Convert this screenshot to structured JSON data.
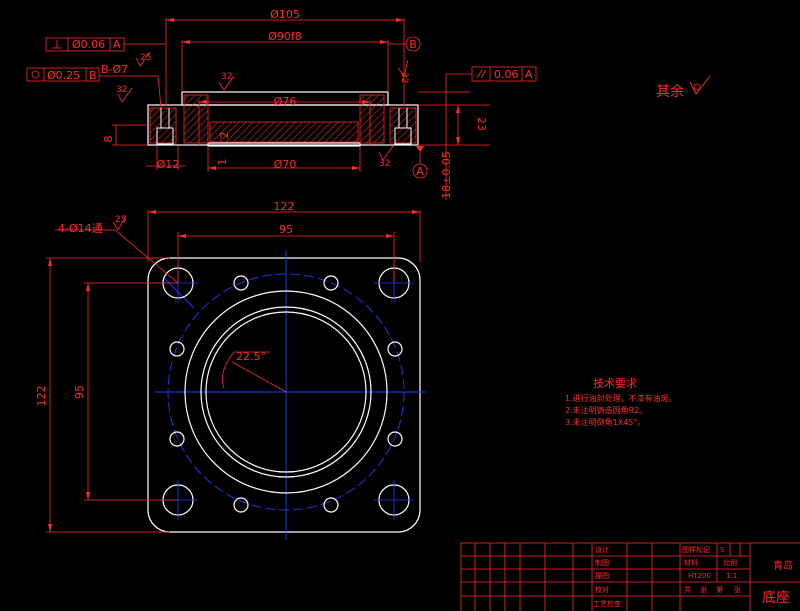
{
  "colors": {
    "background": "#000000",
    "outline": "#ffffff",
    "dimension": "#ff2a2a",
    "centerline": "#1e3cff"
  },
  "section_view": {
    "dims": {
      "d105": "Ø105",
      "d90f8": "Ø90f8",
      "d76": "Ø76",
      "d70": "Ø70",
      "d12": "Ø12",
      "h23": "23",
      "h8": "8",
      "h2": "2",
      "h1": "1",
      "h18": "18±0.05",
      "b_hole": "B-Ø7"
    },
    "tolerances": {
      "perp_value": "Ø0.06",
      "perp_datum": "A",
      "pos_value": "Ø0.25",
      "pos_datum": "B",
      "par_value": "0.06",
      "par_datum": "A"
    },
    "datums": {
      "b": "B",
      "a": "A"
    },
    "roughness": {
      "r1": "25",
      "r2": "32",
      "r3": "32",
      "r4": "32",
      "r5": "32"
    }
  },
  "plan_view": {
    "dims": {
      "w122": "122",
      "w95": "95",
      "h122": "122",
      "h95": "95",
      "angle": "22.5°"
    },
    "hole_note": "4-Ø14通",
    "hole_roughness": "25"
  },
  "other_finish": "其余",
  "tech_req": {
    "title": "技术要求",
    "items": [
      "1.进行油封处理，不漆有油斑。",
      "2.未注明铸造圆角R2。",
      "3.未注明倒角1X45°。"
    ]
  },
  "title_block": {
    "rows": [
      "设计",
      "制图",
      "描图",
      "校对",
      "工艺检查"
    ],
    "header": [
      "图样标记",
      "S"
    ],
    "cols": [
      "材料",
      "比例"
    ],
    "material": "HT200",
    "scale": "1:1",
    "sheet": [
      "共",
      "张",
      "第",
      "张"
    ],
    "company": "青岛",
    "part_name": "底座"
  }
}
